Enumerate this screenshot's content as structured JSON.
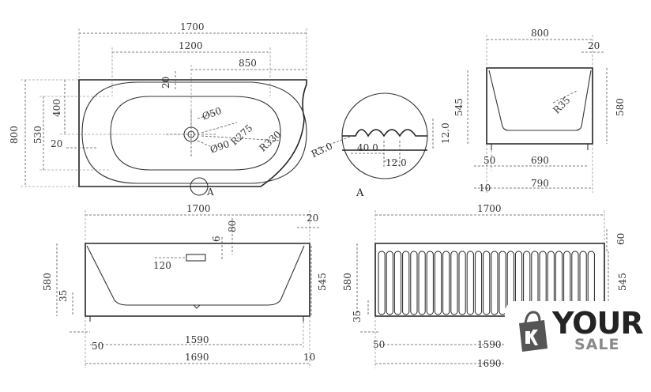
{
  "top_view": {
    "dims": [
      "1700",
      "1200",
      "850",
      "20",
      "400",
      "530",
      "800",
      "20",
      "Ø50",
      "Ø90",
      "R275",
      "R330"
    ],
    "detail_ref": "A"
  },
  "detail_a": {
    "dims": [
      "R3.0",
      "40.0",
      "12.0",
      "12.0"
    ],
    "title": "A"
  },
  "side_view": {
    "dims": [
      "800",
      "20",
      "545",
      "580",
      "R35",
      "50",
      "690",
      "10",
      "790"
    ]
  },
  "front_view": {
    "dims": [
      "1700",
      "80",
      "20",
      "6",
      "120",
      "580",
      "35",
      "545",
      "50",
      "1590",
      "1690",
      "10"
    ]
  },
  "fluted_view": {
    "dims": [
      "1700",
      "60",
      "580",
      "545",
      "35",
      "50",
      "1590",
      "1690"
    ]
  },
  "logo": {
    "line1": "YOUR",
    "line2": "SALE"
  }
}
